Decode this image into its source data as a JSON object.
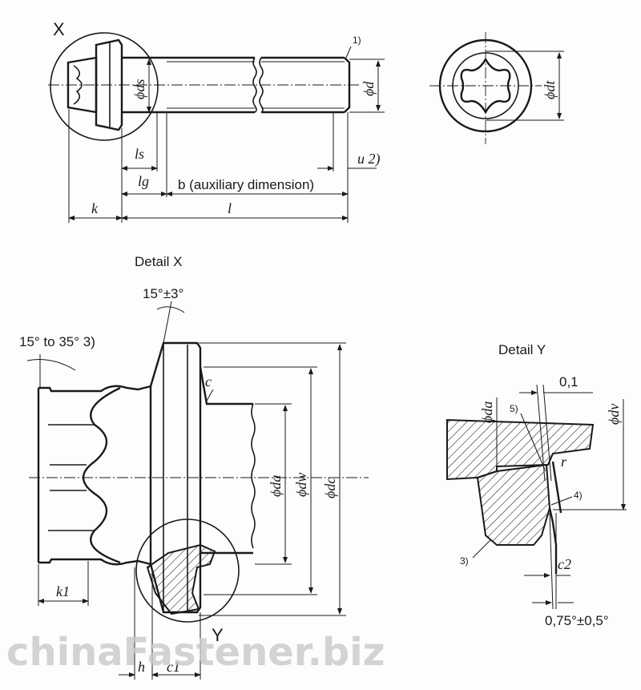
{
  "top_view": {
    "detail_marker": "X",
    "note_1": "1)",
    "dia_d": "ϕd",
    "dia_ds": "ϕds",
    "dia_dt": "ϕdt",
    "u_label": "u 2)",
    "ls_label": "ls",
    "lg_label": "lg",
    "b_label": "b (auxiliary dimension)",
    "k_label": "k",
    "l_label": "l"
  },
  "detail_x": {
    "title": "Detail X",
    "angle_head": "15°±3°",
    "angle_drive": "15° to 35° 3)",
    "c_label": "c",
    "dia_da": "ϕda",
    "dia_dw": "ϕdw",
    "dia_dc": "ϕdc",
    "k1_label": "k1",
    "h_label": "h",
    "c1_label": "c1",
    "y_marker": "Y"
  },
  "detail_y": {
    "title": "Detail Y",
    "dim_01": "0,1",
    "dia_da": "ϕda",
    "dia_dv": "ϕdv",
    "note_5": "5)",
    "note_4": "4)",
    "note_3": "3)",
    "c2_label": "c2",
    "r_label": "r",
    "angle": "0,75°±0,5°"
  },
  "watermark": "chinaFastener.biz"
}
